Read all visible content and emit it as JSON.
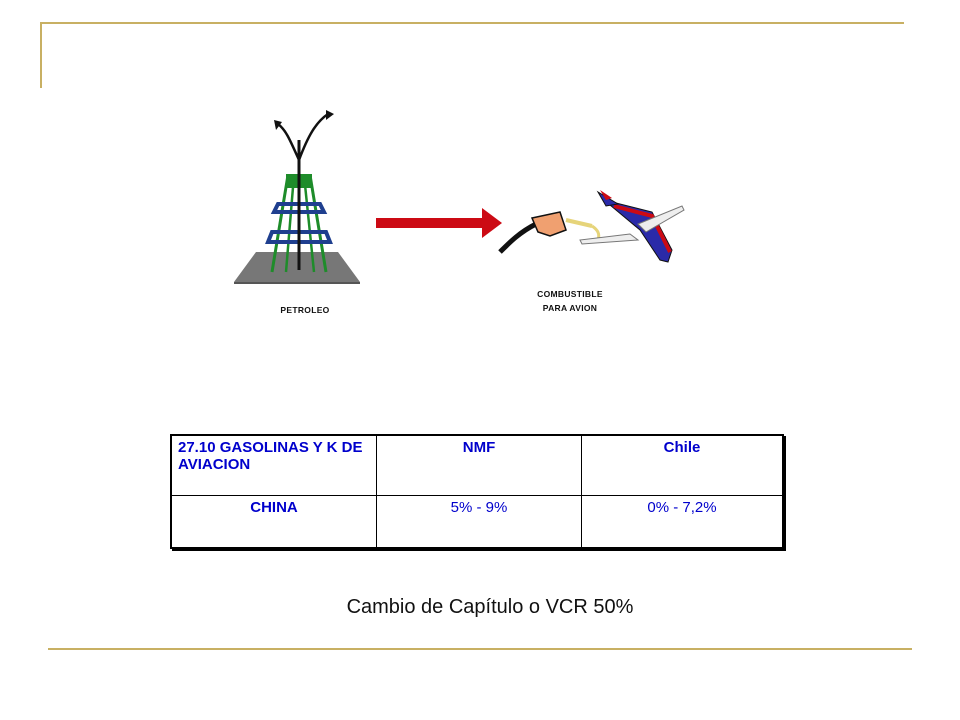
{
  "captions": {
    "petroleo": "PETROLEO",
    "combustible_line1": "COMBUSTIBLE",
    "combustible_line2": "PARA AVION"
  },
  "table": {
    "header": [
      "27.10 GASOLINAS Y K DE AVIACION",
      "NMF",
      "Chile"
    ],
    "rows": [
      [
        "CHINA",
        "5% - 9%",
        "0% - 7,2%"
      ]
    ]
  },
  "footer_note": "Cambio de Capítulo o VCR 50%",
  "colors": {
    "rule": "#c8b063",
    "table_text": "#0000cc",
    "arrow": "#cc0a14",
    "derrick": "#1e8c2a"
  }
}
